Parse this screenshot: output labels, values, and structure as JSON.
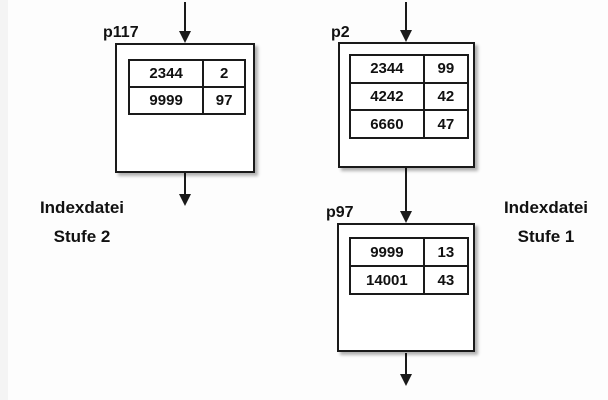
{
  "diagram": {
    "level_labels": {
      "left": {
        "line1": "Indexdatei",
        "line2": "Stufe 2"
      },
      "right": {
        "line1": "Indexdatei",
        "line2": "Stufe 1"
      }
    },
    "nodes": {
      "p117": {
        "id": "p117",
        "rows": [
          [
            "2344",
            "2"
          ],
          [
            "9999",
            "97"
          ]
        ]
      },
      "p2": {
        "id": "p2",
        "rows": [
          [
            "2344",
            "99"
          ],
          [
            "4242",
            "42"
          ],
          [
            "6660",
            "47"
          ]
        ]
      },
      "p97": {
        "id": "p97",
        "rows": [
          [
            "9999",
            "13"
          ],
          [
            "14001",
            "43"
          ]
        ]
      }
    },
    "colors": {
      "line": "#1a1a1a",
      "background": "#fdfdfd",
      "box_fill": "#ffffff",
      "shadow": "rgba(0,0,0,0.30)"
    }
  }
}
